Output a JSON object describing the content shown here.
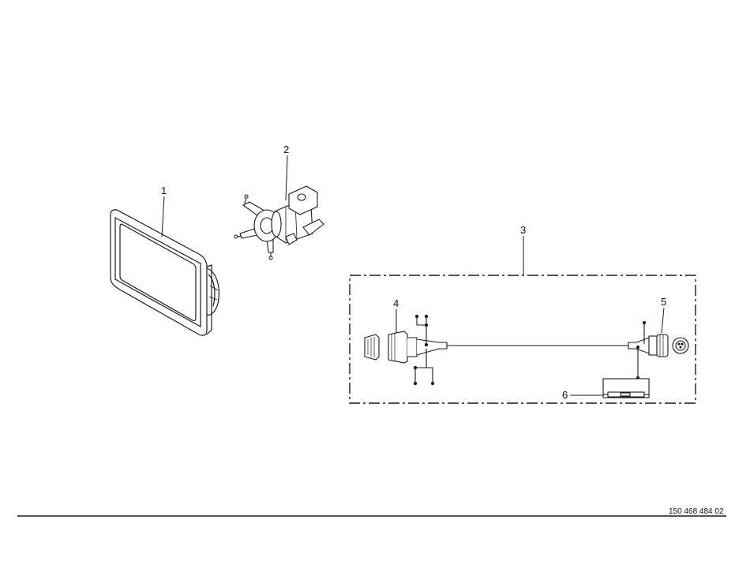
{
  "callouts": {
    "c1": "1",
    "c2": "2",
    "c3": "3",
    "c4": "4",
    "c5": "5",
    "c6": "6"
  },
  "footer": {
    "document_number": "150 468 484 02"
  },
  "colors": {
    "line": "#1a1a1a",
    "background": "#ffffff"
  },
  "icons": {
    "part1": "terminal-display-icon",
    "part2": "mounting-bracket-icon",
    "part3": "cable-harness-kit-icon",
    "part4": "connector-plug-icon",
    "part5": "round-connector-icon",
    "part6": "fuse-holder-icon"
  }
}
